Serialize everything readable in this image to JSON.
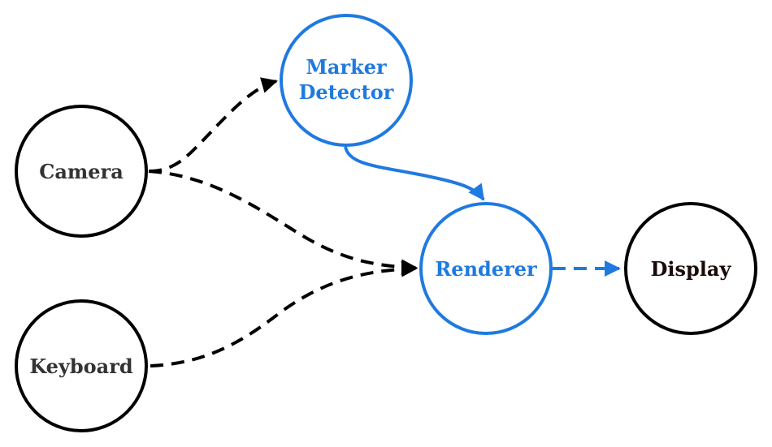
{
  "colors": {
    "black": "#000000",
    "blue": "#1f7ae0",
    "label_dark": "#333333",
    "label_display": "#1a0a0a"
  },
  "nodes": {
    "camera": {
      "label": "Camera",
      "style": "black"
    },
    "keyboard": {
      "label": "Keyboard",
      "style": "black"
    },
    "marker_detector": {
      "label_line1": "Marker",
      "label_line2": "Detector",
      "style": "blue"
    },
    "renderer": {
      "label": "Renderer",
      "style": "blue"
    },
    "display": {
      "label": "Display",
      "style": "black"
    }
  },
  "edges": [
    {
      "from": "Camera",
      "to": "Marker Detector",
      "line": "dashed",
      "color": "black"
    },
    {
      "from": "Camera",
      "to": "Renderer",
      "line": "dashed",
      "color": "black"
    },
    {
      "from": "Keyboard",
      "to": "Renderer",
      "line": "dashed",
      "color": "black"
    },
    {
      "from": "Marker Detector",
      "to": "Renderer",
      "line": "solid",
      "color": "blue"
    },
    {
      "from": "Renderer",
      "to": "Display",
      "line": "dashed",
      "color": "blue"
    }
  ]
}
